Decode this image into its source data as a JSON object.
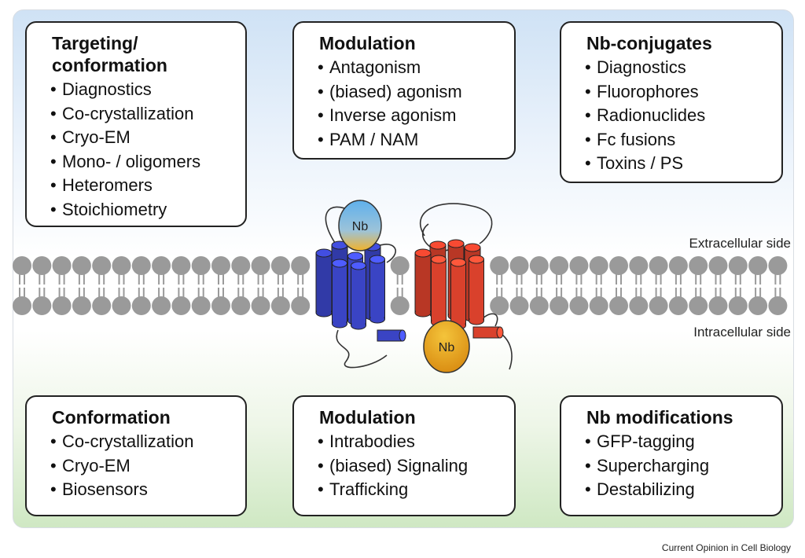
{
  "boxes": {
    "top_left": {
      "title": "Targeting/\nconformation",
      "items": [
        "Diagnostics",
        "Co-crystallization",
        "Cryo-EM",
        "Mono- / oligomers",
        "Heteromers",
        "Stoichiometry"
      ]
    },
    "top_middle": {
      "title": "Modulation",
      "items": [
        "Antagonism",
        "(biased) agonism",
        "Inverse agonism",
        "PAM / NAM"
      ]
    },
    "top_right": {
      "title": "Nb-conjugates",
      "items": [
        "Diagnostics",
        "Fluorophores",
        "Radionuclides",
        "Fc fusions",
        "Toxins / PS"
      ]
    },
    "bottom_left": {
      "title": "Conformation",
      "items": [
        "Co-crystallization",
        "Cryo-EM",
        "Biosensors"
      ]
    },
    "bottom_middle": {
      "title": "Modulation",
      "items": [
        "Intrabodies",
        "(biased) Signaling",
        "Trafficking"
      ]
    },
    "bottom_right": {
      "title": "Nb modifications",
      "items": [
        "GFP-tagging",
        "Supercharging",
        "Destabilizing"
      ]
    }
  },
  "membrane": {
    "extracellular_label": "Extracellular side",
    "intracellular_label": "Intracellular side"
  },
  "nanobody_label": "Nb",
  "colors": {
    "receptor_blue": "#3a44c4",
    "receptor_red": "#d9412c",
    "lipid_gray": "#9a9a9a",
    "nb_blue": "#6fb6e8",
    "nb_gold": "#e8a21c"
  },
  "credit": "Current Opinion in Cell Biology"
}
